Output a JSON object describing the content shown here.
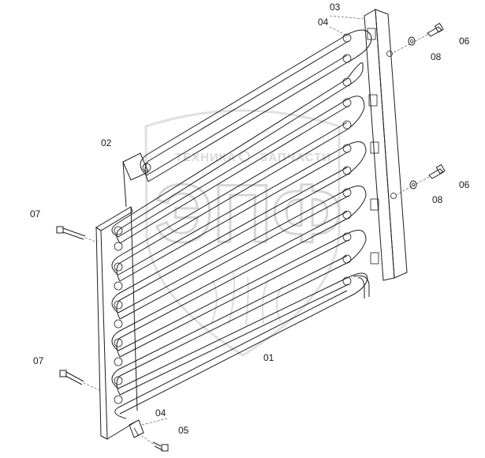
{
  "watermark": {
    "top_text_left": "ТЕХНИКА",
    "top_text_right": "ЗАПЧАСТИ",
    "logo_letters": "ЭПФ"
  },
  "callouts": {
    "c01": "01",
    "c02": "02",
    "c03": "03",
    "c04_top": "04",
    "c04_bottom": "04",
    "c05": "05",
    "c06_top": "06",
    "c06_bottom": "06",
    "c07_top": "07",
    "c07_bottom": "07",
    "c08_top": "08",
    "c08_bottom": "08"
  }
}
